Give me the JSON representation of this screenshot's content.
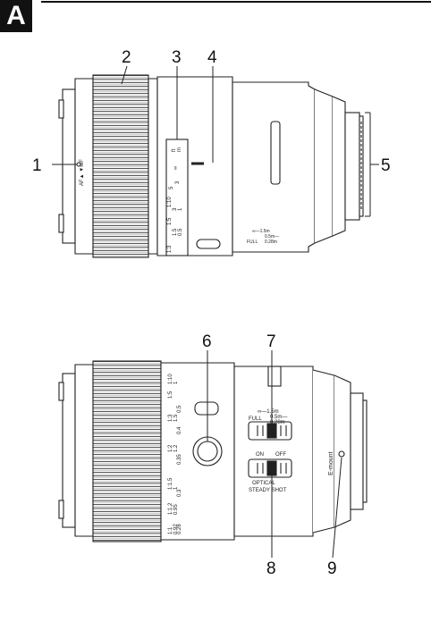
{
  "figure": {
    "badge": "A",
    "top_view": {
      "callouts": [
        "1",
        "2",
        "3",
        "4",
        "5"
      ],
      "af_mf_label": "AF▲ ▼MF",
      "scale_ft": [
        "ft",
        "∞",
        "3",
        "3"
      ],
      "scale_m": [
        "m",
        "5",
        "1:10",
        "1",
        "1:5",
        "1.5",
        "0.5",
        "1:3",
        "1.5"
      ],
      "focus_range_labels": [
        "∞—1.5m",
        "0.5m—",
        "0.28m",
        "FULL"
      ]
    },
    "bottom_view": {
      "callouts": [
        "6",
        "7",
        "8",
        "9"
      ],
      "scale_ratio": [
        "1:10",
        "1:5",
        "1:3",
        "1:2",
        "1:1.5",
        "1:1.2",
        "1:1"
      ],
      "scale_dist": [
        "1",
        "0.5",
        "0.4",
        "0.35",
        "0.3",
        "0.95",
        "0.28"
      ],
      "scale_ft": [
        "1",
        "1.5",
        "1.2",
        "1"
      ],
      "focus_range_switch": [
        "∞—1.5m",
        "0.5m—",
        "0.28m",
        "FULL"
      ],
      "steady_shot_switch": [
        "ON",
        "OFF",
        "OPTICAL",
        "STEADY SHOT"
      ],
      "mount_label": "E-mount"
    }
  }
}
